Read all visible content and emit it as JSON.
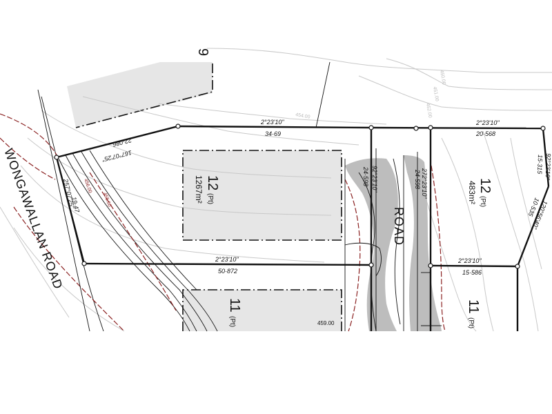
{
  "lots": {
    "lot12_main": {
      "number": "12",
      "suffix": "(Pt)",
      "area": "1267m²"
    },
    "lot12_east": {
      "number": "12",
      "suffix": "(Pt)",
      "area": "483m²"
    },
    "lot11_main": {
      "number": "11",
      "suffix": "(Pt)"
    },
    "lot11_east": {
      "number": "11",
      "suffix": "(Pt)"
    },
    "lot9": {
      "number": "9"
    }
  },
  "roads": {
    "wongawallan": "WONGAWALLAN ROAD",
    "side": "ROAD"
  },
  "boundaries": {
    "north_main_bearing": "2°23'10\"",
    "north_main_dist": "34·69",
    "north_east_bearing": "2°23'10\"",
    "north_east_dist": "20·568",
    "south_main_bearing": "2°23'10\"",
    "south_main_dist": "50·872",
    "south_east_bearing": "2°23'10\"",
    "south_east_dist": "15·586",
    "nw_bearing": "167°07'25\"",
    "nw_dist": "22·086",
    "west_bearing": "257°07'25\"",
    "west_dist": "19·47",
    "east_bearing": "92°23'10\"",
    "east_dist": "15·315",
    "se_bearing": "120°56'40\"",
    "se_dist": "10·535",
    "mid_left_dist": "24·598",
    "mid_left_bearing": "92°23'10\"",
    "mid_right_dist": "24·598",
    "mid_right_bearing": "272°23'10\""
  },
  "contours": {
    "c450": "450.00",
    "c451": "451.00",
    "c452": "452.00",
    "c454": "454.00",
    "c455": "455.00",
    "c456": "456.00",
    "c459": "459.00"
  },
  "colors": {
    "boundary": "#111111",
    "contour": "#c8c8c8",
    "shade": "#e6e6e6",
    "driveway": "#bdbdbd",
    "red_contour": "#8a2020"
  }
}
